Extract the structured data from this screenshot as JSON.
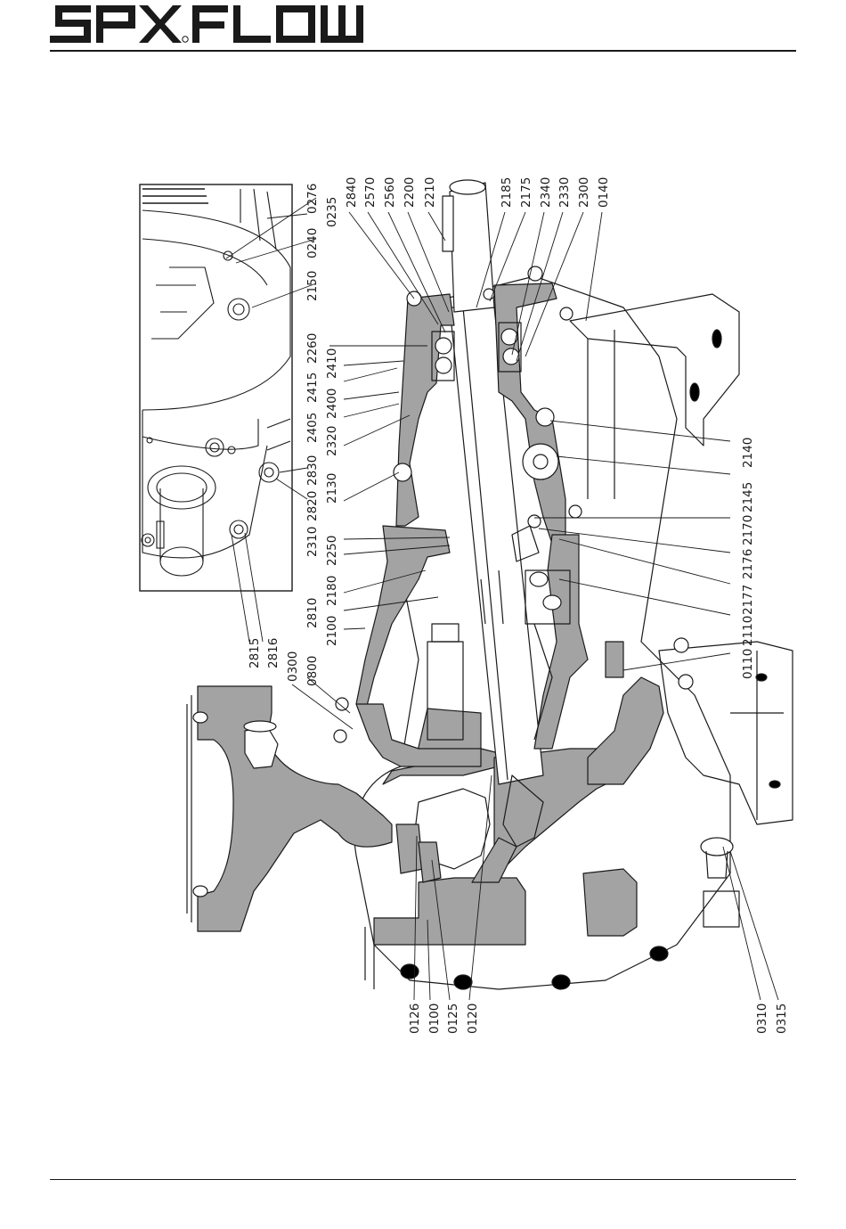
{
  "brand": {
    "name": "SPXFLOW",
    "logo_color": "#1a1a1a"
  },
  "colors": {
    "section_fill": "#a3a3a3",
    "line": "#1a1a1a",
    "background": "#ffffff"
  },
  "diagram": {
    "top_labels": [
      "2840",
      "2570",
      "2560",
      "2200",
      "2210",
      "2185",
      "2175",
      "2340",
      "2330",
      "2300",
      "0140"
    ],
    "inset_labels": [
      "0276",
      "0240",
      "0235",
      "2150"
    ],
    "left_labels": [
      "2260",
      "2410",
      "2415",
      "2400",
      "2405",
      "2320",
      "2830",
      "2130",
      "2820",
      "2310",
      "2250",
      "2810",
      "2180",
      "2100",
      "0800",
      "0300",
      "2816",
      "2815"
    ],
    "right_labels": [
      "2140",
      "2145",
      "2170",
      "2176",
      "2177",
      "2110",
      "0110"
    ],
    "bottom_labels": [
      "0126",
      "0100",
      "0125",
      "0120",
      "0310",
      "0315"
    ]
  }
}
